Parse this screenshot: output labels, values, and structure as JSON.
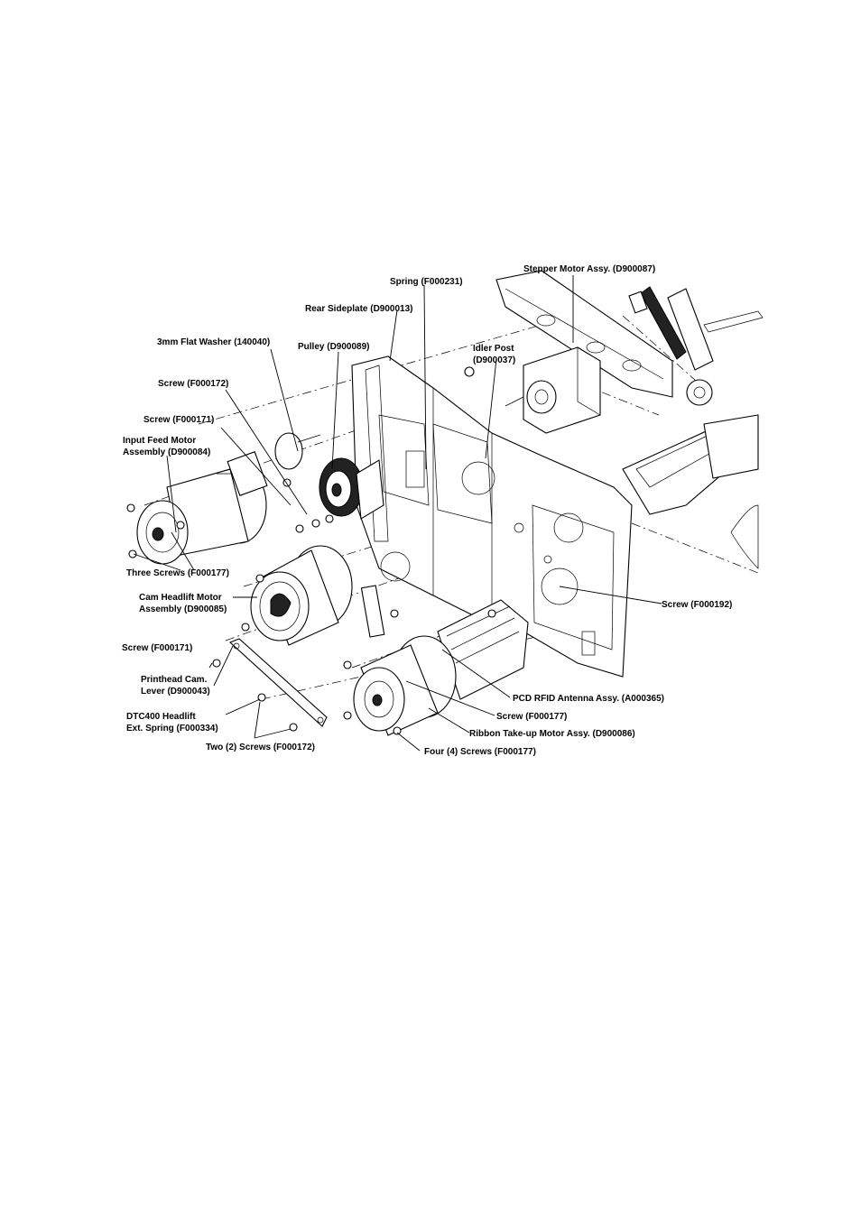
{
  "diagram": {
    "labels": {
      "stepper_motor": "Stepper Motor Assy. (D900087)",
      "spring": "Spring (F000231)",
      "rear_sideplate": "Rear Sideplate (D900013)",
      "flat_washer": "3mm Flat Washer (140040)",
      "pulley": "Pulley (D900089)",
      "idler_post_1": "Idler Post",
      "idler_post_2": "(D900037)",
      "screw_f000172": "Screw (F000172)",
      "screw_f000171_top": "Screw (F000171)",
      "input_feed_1": "Input Feed Motor",
      "input_feed_2": "Assembly (D900084)",
      "three_screws": "Three Screws (F000177)",
      "cam_headlift_1": "Cam Headlift Motor",
      "cam_headlift_2": "Assembly (D900085)",
      "screw_f000192": "Screw (F000192)",
      "screw_f000171_bottom": "Screw (F000171)",
      "printhead_cam_1": "Printhead Cam.",
      "printhead_cam_2": "Lever (D900043)",
      "pcd_rfid": "PCD RFID Antenna Assy. (A000365)",
      "dtc400_1": "DTC400 Headlift",
      "dtc400_2": "Ext. Spring (F000334)",
      "screw_f000177": "Screw (F000177)",
      "ribbon_motor": "Ribbon Take-up Motor Assy. (D900086)",
      "two_screws": "Two (2) Screws (F000172)",
      "four_screws": "Four (4) Screws (F000177)"
    }
  }
}
